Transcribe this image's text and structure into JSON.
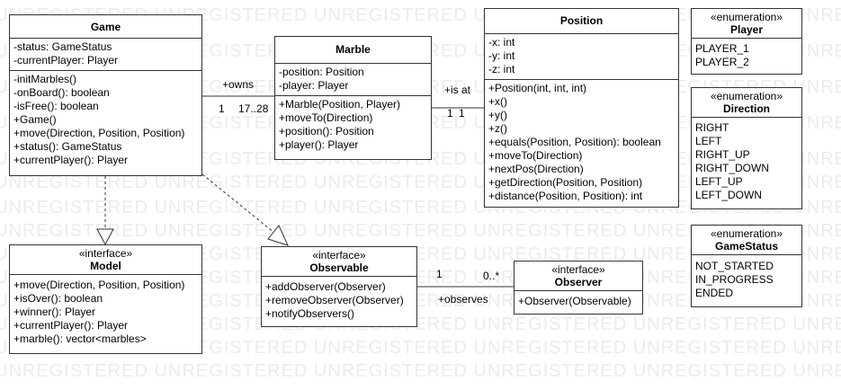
{
  "watermark": "UNREGISTERED UNREGISTERED UNREGISTERED UNREGISTERED UNREGISTERED UNREGISTERED",
  "classes": {
    "game": {
      "stereotype": "",
      "name": "Game",
      "attributes": [
        "-status: GameStatus",
        "-currentPlayer: Player"
      ],
      "methods": [
        "-initMarbles()",
        "-onBoard(): boolean",
        "-isFree(): boolean",
        "+Game()",
        "+move(Direction, Position, Position)",
        "+status(): GameStatus",
        "+currentPlayer(): Player"
      ]
    },
    "marble": {
      "stereotype": "",
      "name": "Marble",
      "attributes": [
        "-position: Position",
        "-player: Player"
      ],
      "methods": [
        "+Marble(Position, Player)",
        "+moveTo(Direction)",
        "+position(): Position",
        "+player(): Player"
      ]
    },
    "position": {
      "stereotype": "",
      "name": "Position",
      "attributes": [
        "-x: int",
        "-y: int",
        "-z: int"
      ],
      "methods": [
        "+Position(int, int, int)",
        "+x()",
        "+y()",
        "+z()",
        "+equals(Position, Position): boolean",
        "+moveTo(Direction)",
        "+nextPos(Direction)",
        "+getDirection(Position, Position)",
        "+distance(Position, Position): int"
      ]
    },
    "player": {
      "stereotype": "«enumeration»",
      "name": "Player",
      "values": [
        "PLAYER_1",
        "PLAYER_2"
      ]
    },
    "direction": {
      "stereotype": "«enumeration»",
      "name": "Direction",
      "values": [
        "RIGHT",
        "LEFT",
        "RIGHT_UP",
        "RIGHT_DOWN",
        "LEFT_UP",
        "LEFT_DOWN"
      ]
    },
    "gamestatus": {
      "stereotype": "«enumeration»",
      "name": "GameStatus",
      "values": [
        "NOT_STARTED",
        "IN_PROGRESS",
        "ENDED"
      ]
    },
    "model": {
      "stereotype": "«interface»",
      "name": "Model",
      "methods": [
        "+move(Direction, Position, Position)",
        "+isOver(): boolean",
        "+winner(): Player",
        "+currentPlayer(): Player",
        "+marble(): vector<marbles>"
      ]
    },
    "observable": {
      "stereotype": "«interface»",
      "name": "Observable",
      "methods": [
        "+addObserver(Observer)",
        "+removeObserver(Observer)",
        "+notifyObservers()"
      ]
    },
    "observer": {
      "stereotype": "«interface»",
      "name": "Observer",
      "methods": [
        "+Observer(Observable)"
      ]
    }
  },
  "associations": {
    "game_marble": {
      "name": "+owns",
      "source_mult": "1",
      "target_mult": "17..28"
    },
    "marble_position": {
      "name": "+is at",
      "source_mult": "1",
      "target_mult": "1"
    },
    "observable_observer": {
      "name": "+observes",
      "source_mult": "1",
      "target_mult": "0..*"
    }
  },
  "colors": {
    "line": "#333333",
    "watermark": "#ececec",
    "background": "#ffffff"
  }
}
